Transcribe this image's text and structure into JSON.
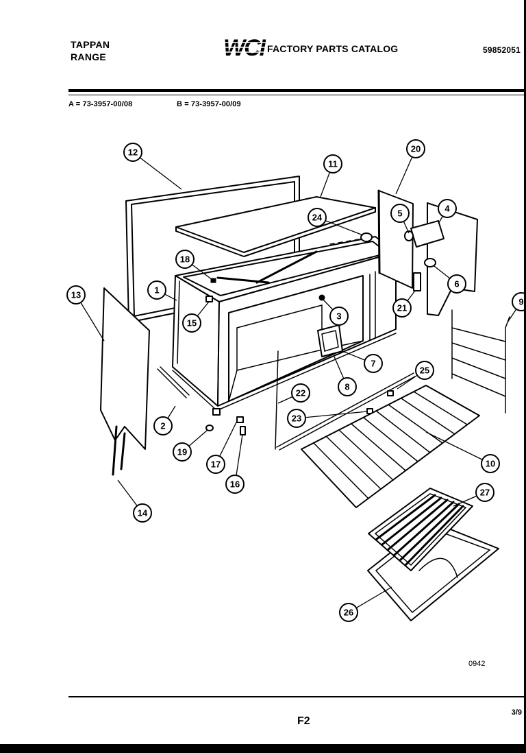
{
  "header": {
    "brand": "TAPPAN",
    "product": "RANGE",
    "logo_text": "WCI",
    "catalog_title": "FACTORY PARTS CATALOG",
    "catalog_number": "59852051"
  },
  "models": {
    "a": "A = 73-3957-00/08",
    "b": "B = 73-3957-00/09"
  },
  "callouts": [
    "12",
    "11",
    "20",
    "4",
    "5",
    "24",
    "18",
    "1",
    "13",
    "15",
    "3",
    "21",
    "6",
    "9",
    "7",
    "8",
    "25",
    "22",
    "23",
    "2",
    "19",
    "17",
    "16",
    "10",
    "14",
    "27",
    "26"
  ],
  "footer": {
    "diagram_code": "0942",
    "page": "F2",
    "date": "3/9"
  }
}
